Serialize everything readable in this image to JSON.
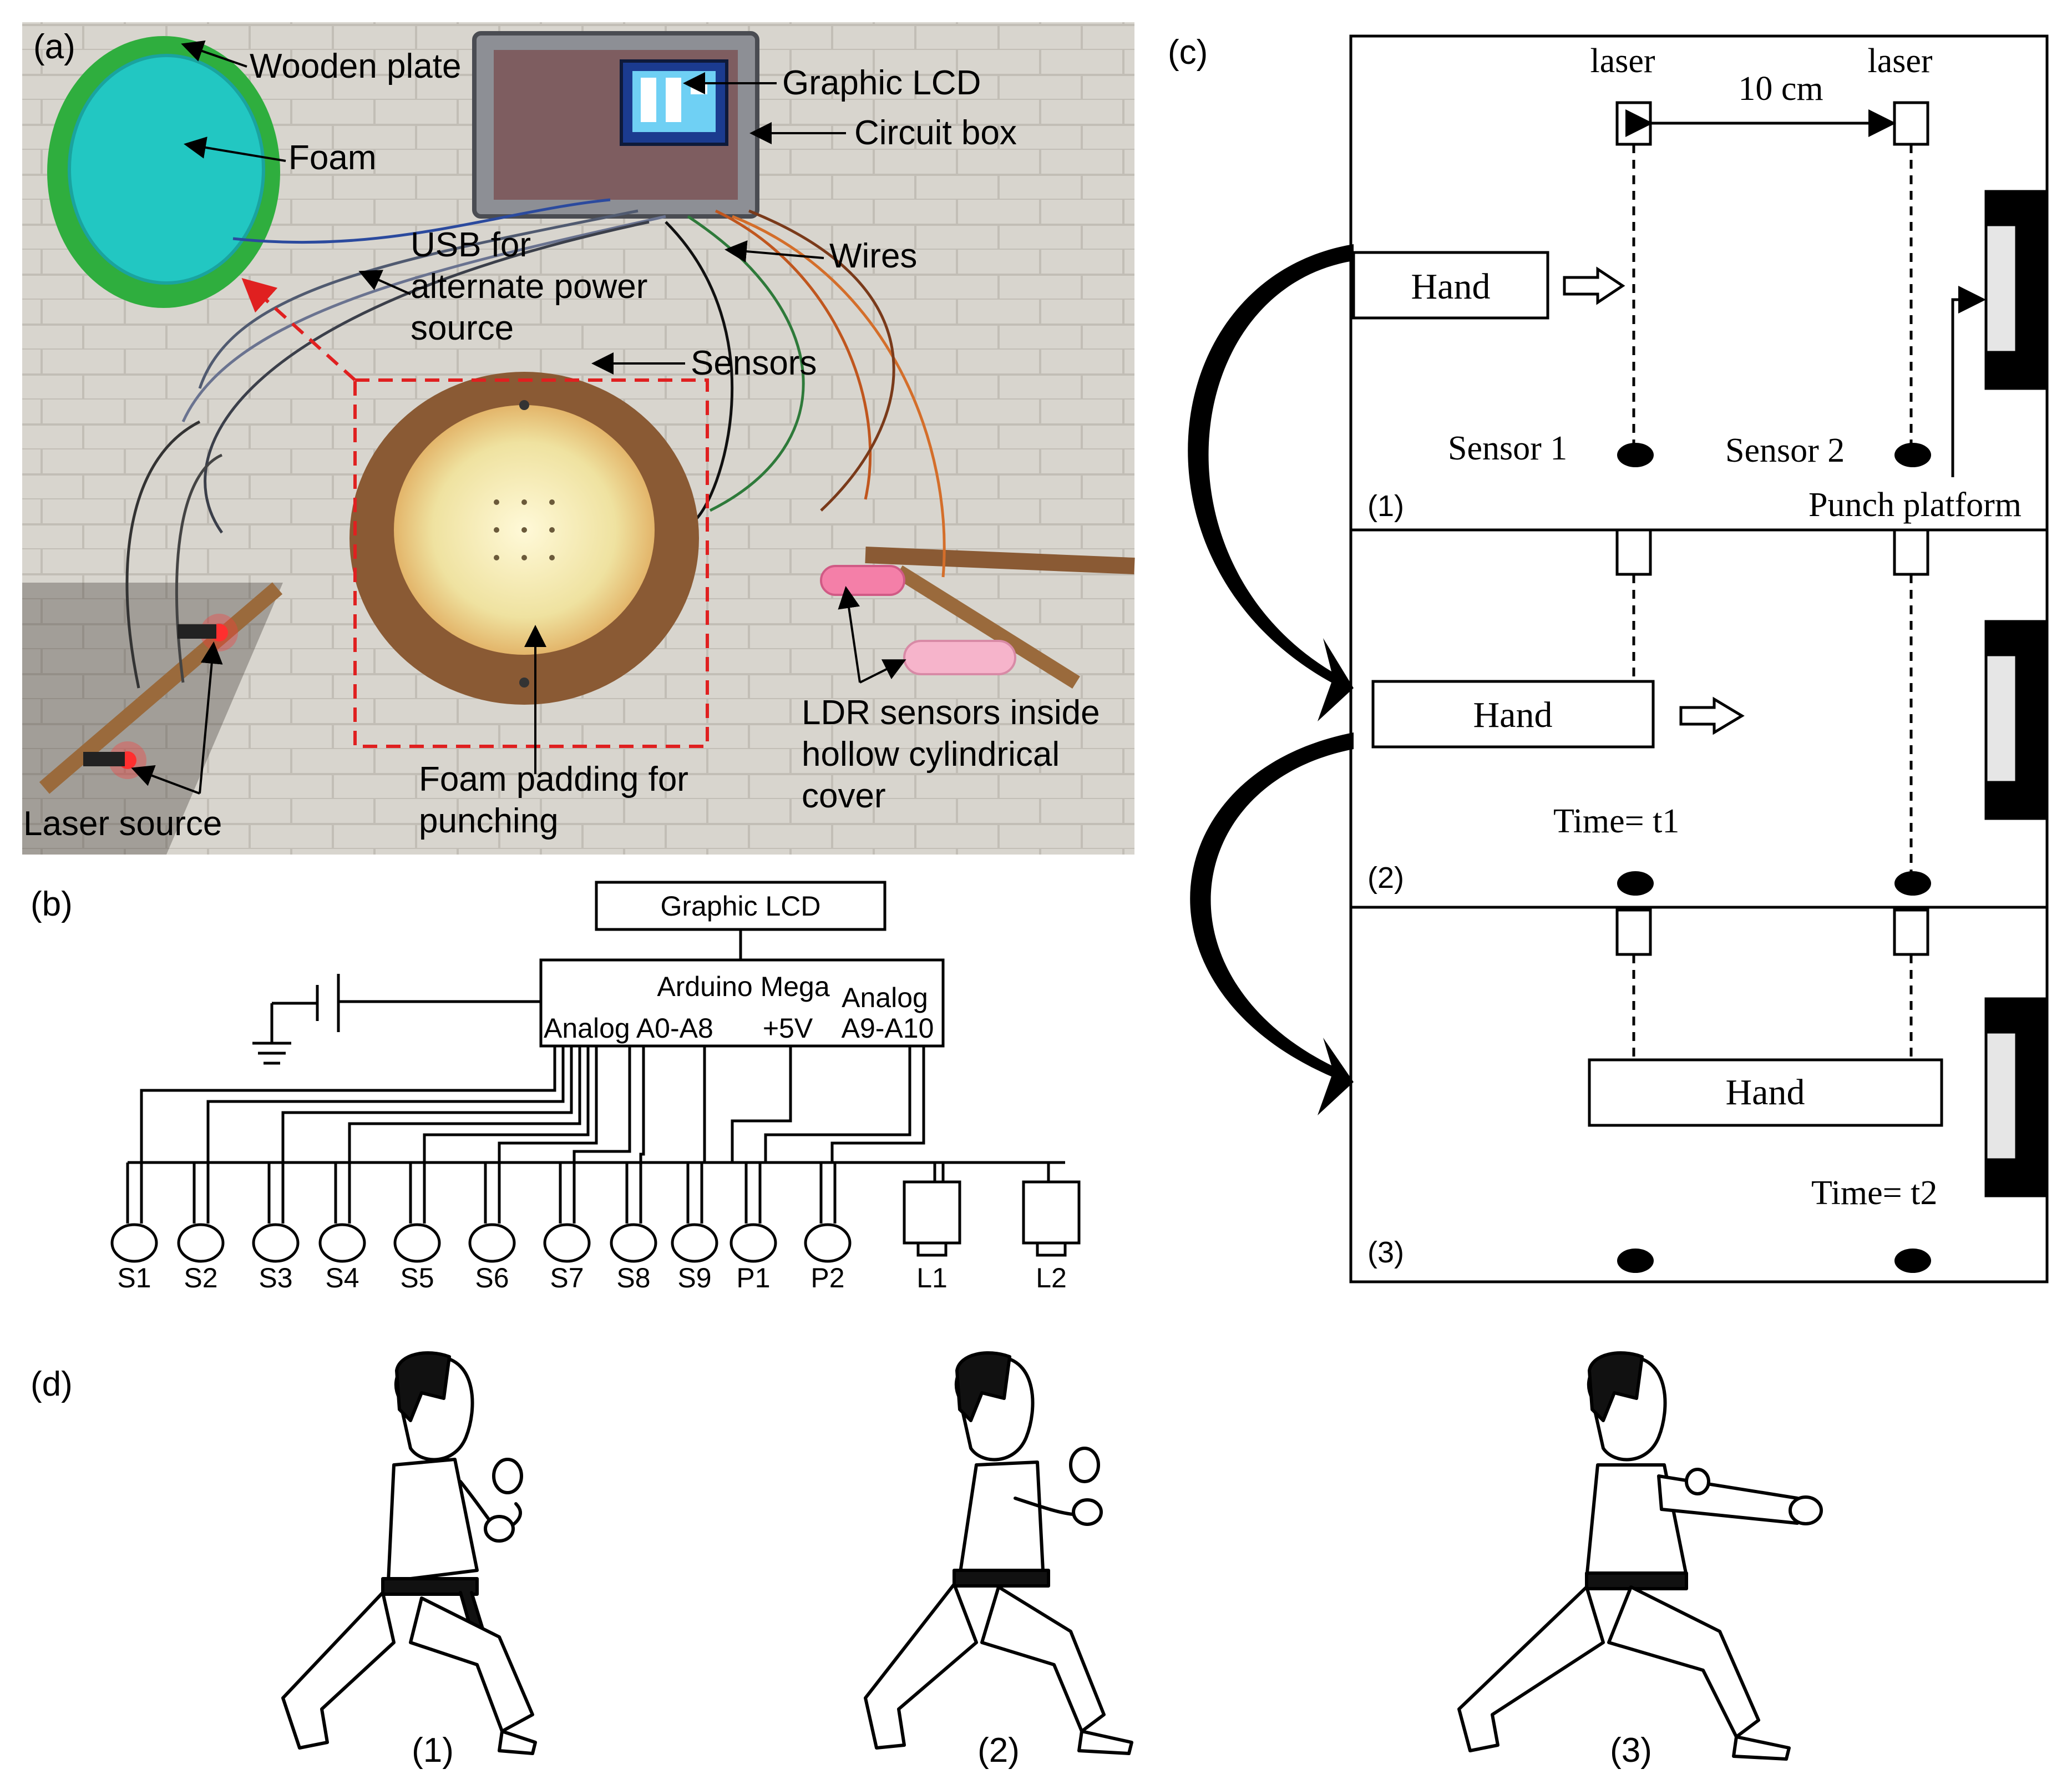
{
  "panel_labels": {
    "a": "(a)",
    "b": "(b)",
    "c": "(c)",
    "d": "(d)"
  },
  "panel_a": {
    "labels": {
      "wooden_plate": "Wooden plate",
      "foam": "Foam",
      "graphic_lcd": "Graphic LCD",
      "circuit_box": "Circuit box",
      "usb_line1": "USB for",
      "usb_line2": "alternate power",
      "usb_line3": "source",
      "wires": "Wires",
      "sensors": "Sensors",
      "ldr_line1": "LDR sensors inside",
      "ldr_line2": "hollow cylindrical",
      "ldr_line3": "cover",
      "foam_pad_line1": "Foam padding for",
      "foam_pad_line2": "punching",
      "laser_source": "Laser source"
    }
  },
  "panel_b": {
    "lcd": "Graphic LCD",
    "controller": "Arduino Mega",
    "analog_a0_a8": "Analog A0-A8",
    "plus5v": "+5V",
    "analog_label": "Analog",
    "analog_a9_a10": "A9-A10",
    "sensors": [
      "S1",
      "S2",
      "S3",
      "S4",
      "S5",
      "S6",
      "S7",
      "S8",
      "S9",
      "P1",
      "P2"
    ],
    "lasers": [
      "L1",
      "L2"
    ]
  },
  "panel_c": {
    "laser": "laser",
    "distance": "10 cm",
    "hand": "Hand",
    "sensor1": "Sensor 1",
    "sensor2": "Sensor 2",
    "punch_platform": "Punch platform",
    "time1": "Time= t1",
    "time2": "Time= t2",
    "steps": [
      "(1)",
      "(2)",
      "(3)"
    ]
  },
  "panel_d": {
    "steps": [
      "(1)",
      "(2)",
      "(3)"
    ]
  },
  "colors": {
    "green_plate": "#2fae3e",
    "cyan_foam": "#22c7c2",
    "wall": "#d9d6cf",
    "wood": "#8a5a34",
    "foam_pad": "#efe3a6",
    "red_dash": "#e02020",
    "ldr_pink": "#f47fa8"
  }
}
